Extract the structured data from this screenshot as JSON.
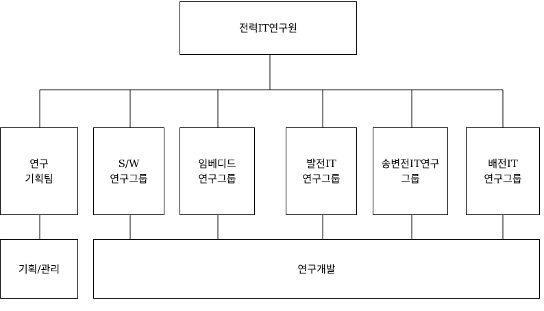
{
  "root": {
    "label": "전력IT연구원"
  },
  "groups": [
    {
      "line1": "연구",
      "line2": "기획팀"
    },
    {
      "line1": "S/W",
      "line2": "연구그룹"
    },
    {
      "line1": "임베디드",
      "line2": "연구그룹"
    },
    {
      "line1": "발전IT",
      "line2": "연구그룹"
    },
    {
      "line1": "송변전IT연구",
      "line2": "그룹"
    },
    {
      "line1": "배전IT",
      "line2": "연구그룹"
    }
  ],
  "bottom": {
    "planning": "기획/관리",
    "development": "연구개발"
  }
}
